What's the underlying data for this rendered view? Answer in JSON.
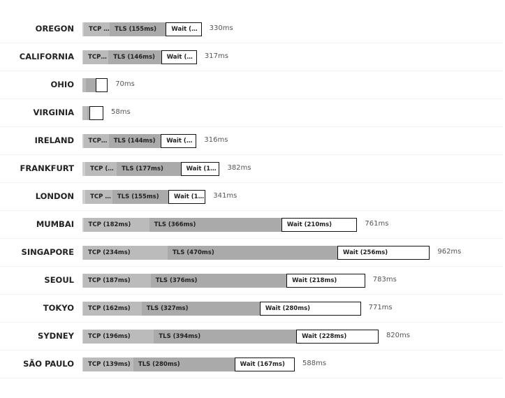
{
  "chart_data": {
    "type": "bar",
    "orientation": "horizontal",
    "stacked": true,
    "unit": "ms",
    "segment_labels": {
      "tcp": "TCP",
      "tls": "TLS",
      "wait": "Wait"
    },
    "colors": {
      "dns": "#cfcfcf",
      "tcp": "#bbbbbb",
      "tls": "#aaaaaa",
      "wait": "#ffffff",
      "wait_border": "#111111"
    },
    "categories": [
      "OREGON",
      "CALIFORNIA",
      "OHIO",
      "VIRGINIA",
      "IRELAND",
      "FRANKFURT",
      "LONDON",
      "MUMBAI",
      "SINGAPORE",
      "SEOUL",
      "TOKYO",
      "SYDNEY",
      "SÃO PAULO"
    ],
    "rows": [
      {
        "location": "OREGON",
        "dns": 4,
        "tcp": 72,
        "tls": 155,
        "wait": 99,
        "total": "330ms"
      },
      {
        "location": "CALIFORNIA",
        "dns": 2,
        "tcp": 70,
        "tls": 146,
        "wait": 99,
        "total": "317ms"
      },
      {
        "location": "OHIO",
        "dns": 0,
        "tcp": 10,
        "tls": 27,
        "wait": 33,
        "total": "70ms"
      },
      {
        "location": "VIRGINIA",
        "dns": 0,
        "tcp": 14,
        "tls": 5,
        "wait": 39,
        "total": "58ms"
      },
      {
        "location": "IRELAND",
        "dns": 3,
        "tcp": 70,
        "tls": 144,
        "wait": 99,
        "total": "316ms"
      },
      {
        "location": "FRANKFURT",
        "dns": 8,
        "tcp": 87,
        "tls": 177,
        "wait": 108,
        "total": "382ms"
      },
      {
        "location": "LONDON",
        "dns": 8,
        "tcp": 75,
        "tls": 155,
        "wait": 103,
        "total": "341ms"
      },
      {
        "location": "MUMBAI",
        "dns": 3,
        "tcp": 182,
        "tls": 366,
        "wait": 210,
        "total": "761ms"
      },
      {
        "location": "SINGAPORE",
        "dns": 2,
        "tcp": 234,
        "tls": 470,
        "wait": 256,
        "total": "962ms"
      },
      {
        "location": "SEOUL",
        "dns": 2,
        "tcp": 187,
        "tls": 376,
        "wait": 218,
        "total": "783ms"
      },
      {
        "location": "TOKYO",
        "dns": 2,
        "tcp": 162,
        "tls": 327,
        "wait": 280,
        "total": "771ms"
      },
      {
        "location": "SYDNEY",
        "dns": 2,
        "tcp": 196,
        "tls": 394,
        "wait": 228,
        "total": "820ms"
      },
      {
        "location": "SÃO PAULO",
        "dns": 2,
        "tcp": 139,
        "tls": 280,
        "wait": 167,
        "total": "588ms"
      }
    ]
  }
}
